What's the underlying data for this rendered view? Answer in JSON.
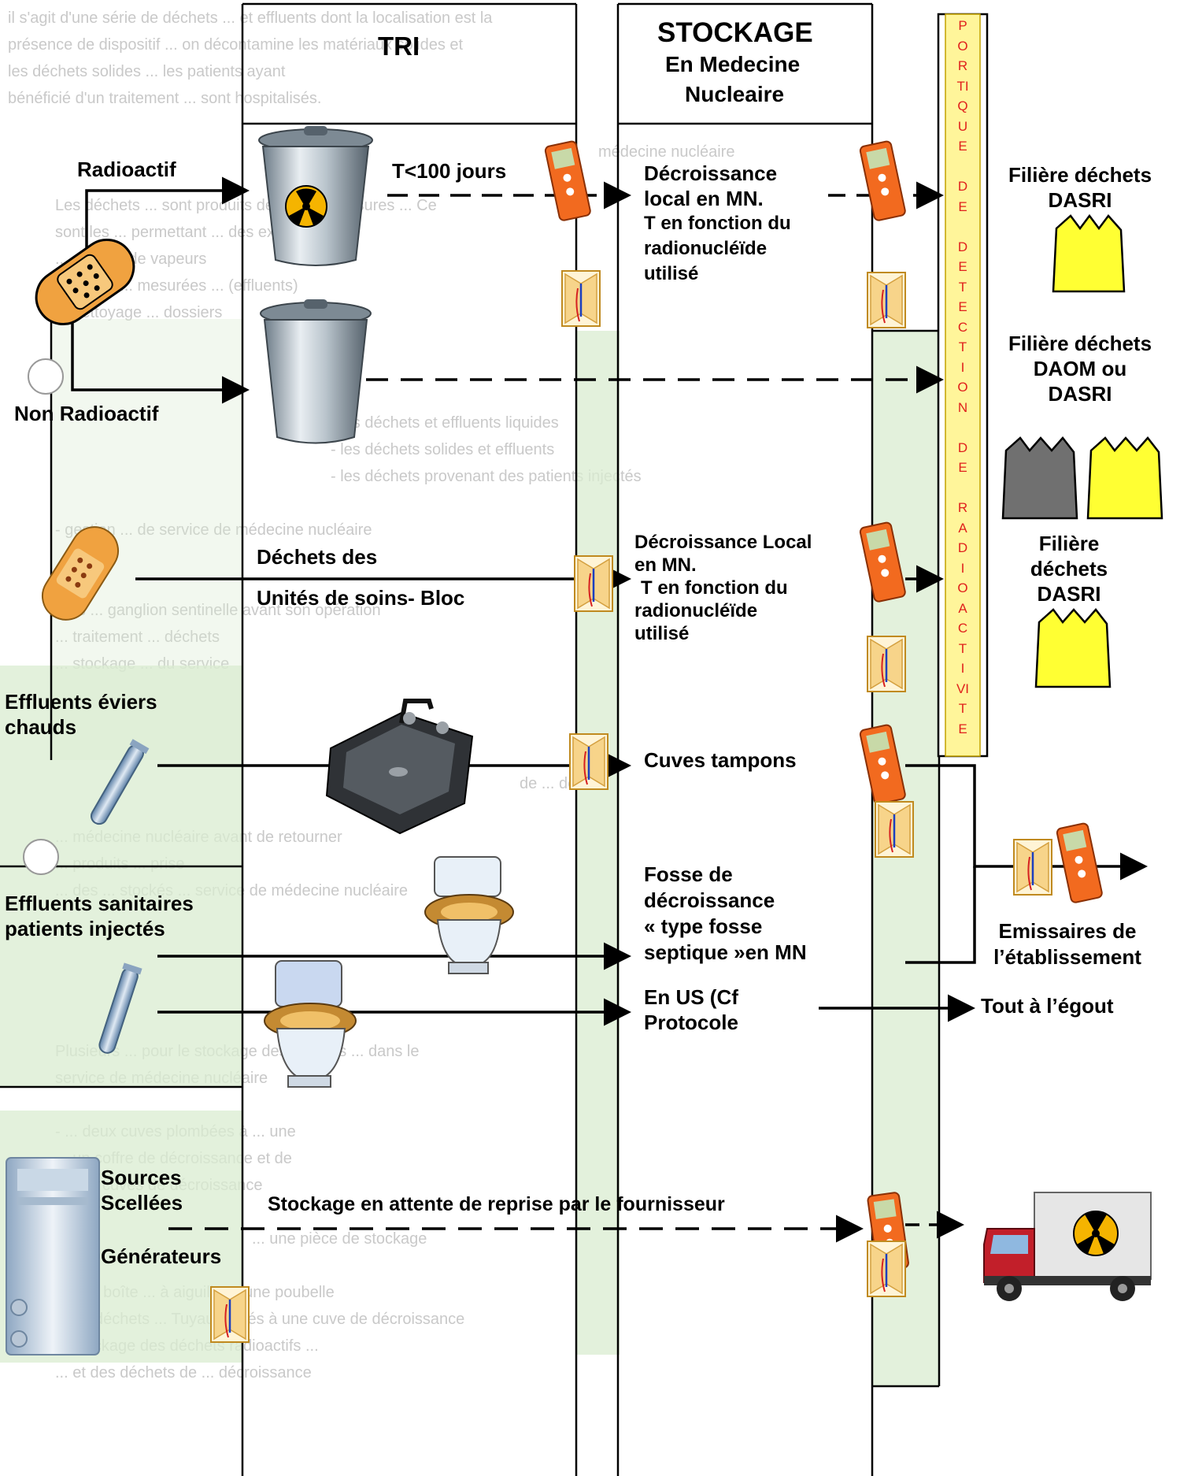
{
  "columns": {
    "tri": "TRI",
    "stockage_line1": "STOCKAGE",
    "stockage_line2": "En Medecine",
    "stockage_line3": "Nucleaire"
  },
  "portique": {
    "letters": [
      "P",
      "O",
      "R",
      "TI",
      "Q",
      "U",
      "E",
      "",
      "D",
      "E",
      "",
      "D",
      "E",
      "T",
      "E",
      "C",
      "T",
      "I",
      "O",
      "N",
      "",
      "D",
      "E",
      "",
      "R",
      "A",
      "D",
      "I",
      "O",
      "A",
      "C",
      "T",
      "I",
      "VI",
      "T",
      "E"
    ]
  },
  "sources": {
    "radioactif": "Radioactif",
    "non_radioactif": "Non Radioactif",
    "dechets_unites_1": "Déchets des",
    "dechets_unites_2": "Unités de soins- Bloc",
    "effluents_eviers_1": "Effluents éviers",
    "effluents_eviers_2": "chauds",
    "effluents_sanitaires_1": "Effluents sanitaires",
    "effluents_sanitaires_2": "patients injectés",
    "sources_scellees_1": "Sources",
    "sources_scellees_2": "Scellées",
    "generateurs": "Générateurs"
  },
  "storage": {
    "t_100": "T<100 jours",
    "decroissance_1": [
      "Décroissance",
      "local en MN.",
      "T en fonction du",
      "radionucléïde",
      "utilisé"
    ],
    "decroissance_2": [
      "Décroissance Local",
      "en MN.",
      "T en fonction du",
      "radionucléïde",
      "utilisé"
    ],
    "cuves_tampons": "Cuves tampons",
    "fosse": [
      "Fosse de",
      "décroissance",
      "« type fosse",
      "septique »en MN"
    ],
    "en_us": [
      "En US (Cf",
      "Protocole"
    ],
    "stockage_reprise": "Stockage en attente de reprise par le fournisseur"
  },
  "destinations": {
    "filiere_dasri_1": [
      "Filière déchets",
      "DASRI"
    ],
    "filiere_daom": [
      "Filière déchets",
      "DAOM ou",
      "DASRI"
    ],
    "filiere_dasri_2": [
      "Filière",
      "déchets",
      "DASRI"
    ],
    "emissaires": [
      "Emissaires de",
      "l’établissement"
    ],
    "tout_egout": "Tout à l’égout"
  },
  "colors": {
    "portique_fill": "#fff59a",
    "portique_text": "#e0201c",
    "bag_yellow": "#ffff33",
    "bag_grey": "#707070",
    "zone_green": "#d9ecd0",
    "bandage": "#f0a240",
    "detector": "#f26a1f"
  }
}
